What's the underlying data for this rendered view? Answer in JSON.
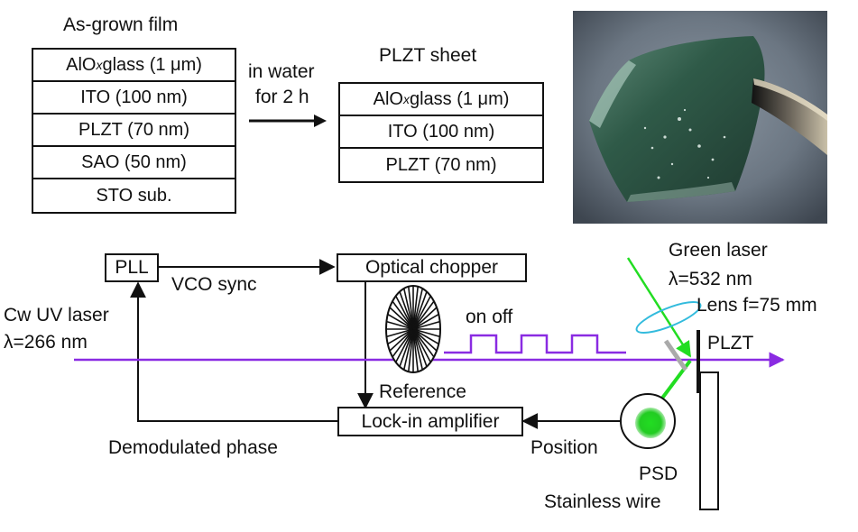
{
  "film": {
    "title": "As-grown film",
    "layers": [
      {
        "pre": "AlO",
        "sub": "x",
        "post": " glass (1 μm)"
      },
      {
        "pre": "ITO (100 nm)",
        "sub": "",
        "post": ""
      },
      {
        "pre": "PLZT (70 nm)",
        "sub": "",
        "post": ""
      },
      {
        "pre": "SAO (50 nm)",
        "sub": "",
        "post": ""
      },
      {
        "pre": "STO sub.",
        "sub": "",
        "post": ""
      }
    ]
  },
  "process": {
    "line1": "in water",
    "line2": "for 2 h"
  },
  "sheet": {
    "title": "PLZT sheet",
    "layers": [
      {
        "pre": "AlO",
        "sub": "x",
        "post": " glass (1 μm)"
      },
      {
        "pre": "ITO (100 nm)",
        "sub": "",
        "post": ""
      },
      {
        "pre": "PLZT (70 nm)",
        "sub": "",
        "post": ""
      }
    ]
  },
  "setup": {
    "pll": "PLL",
    "vco_sync": "VCO sync",
    "chopper": "Optical chopper",
    "on_off": "on off",
    "reference": "Reference",
    "lockin": "Lock-in amplifier",
    "position": "Position",
    "demodulated": "Demodulated phase",
    "uv_laser_1": "Cw UV laser",
    "uv_laser_2": "λ=266 nm",
    "green_laser_1": "Green laser",
    "green_laser_2": "λ=532 nm",
    "lens": "Lens f=75 mm",
    "plzt": "PLZT",
    "psd": "PSD",
    "wire": "Stainless wire"
  },
  "colors": {
    "uv_beam": "#8a2be2",
    "green_beam": "#22dd22",
    "lens": "#33bbdd",
    "line": "#111111"
  }
}
